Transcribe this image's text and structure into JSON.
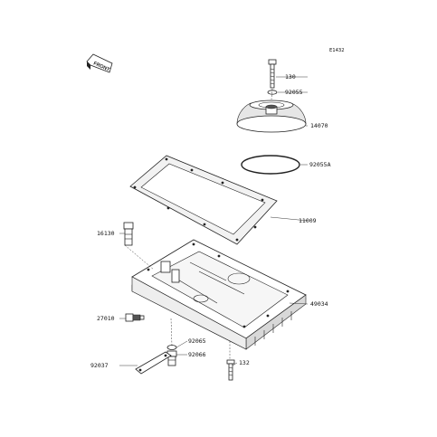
{
  "diagram_id": "E1432",
  "front_label": "FRONT",
  "parts": [
    {
      "number": "130"
    },
    {
      "number": "92055"
    },
    {
      "number": "14070"
    },
    {
      "number": "92055A"
    },
    {
      "number": "11009"
    },
    {
      "number": "16130"
    },
    {
      "number": "49034"
    },
    {
      "number": "27010"
    },
    {
      "number": "92065"
    },
    {
      "number": "92066"
    },
    {
      "number": "92037"
    },
    {
      "number": "132"
    }
  ]
}
